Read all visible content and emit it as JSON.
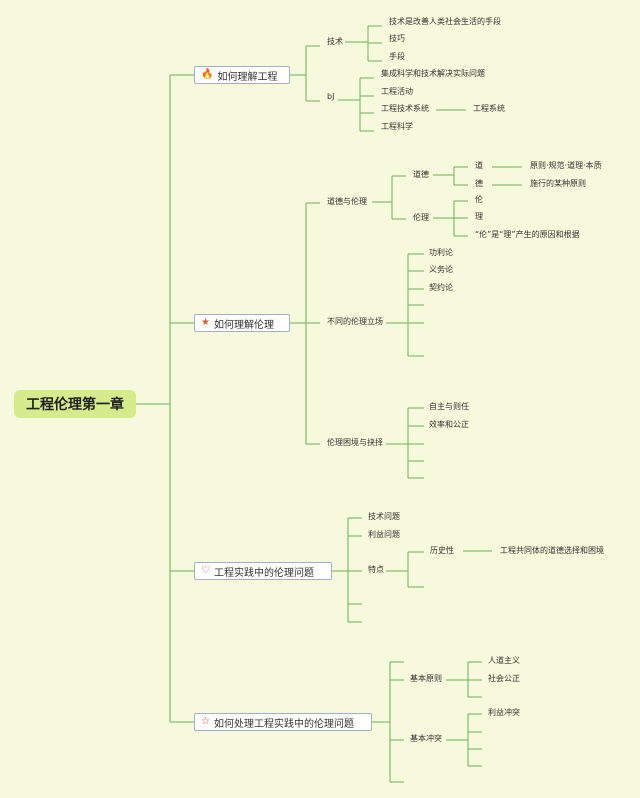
{
  "root": "工程伦理第一章",
  "colors": {
    "line": "#6cae5a",
    "root_bg": "#d6ec8c",
    "background": "#f6f9dc"
  },
  "branches": [
    {
      "label": "如何理解工程",
      "icon": "fire-icon",
      "icon_char": "🔥",
      "icon_color": "#e0522b",
      "children": [
        {
          "label": "技术",
          "children": [
            {
              "label": "技术是改善人类社会生活的手段"
            },
            {
              "label": "技巧"
            },
            {
              "label": "手段"
            }
          ]
        },
        {
          "label": "bJ",
          "children": [
            {
              "label": "集成科学和技术解决实际问题"
            },
            {
              "label": "工程活动"
            },
            {
              "label": "工程技术系统",
              "children": [
                {
                  "label": "工程系统"
                }
              ]
            },
            {
              "label": "工程科学"
            }
          ]
        }
      ]
    },
    {
      "label": "如何理解伦理",
      "icon": "star-icon",
      "icon_char": "★",
      "icon_color": "#e0602b",
      "children": [
        {
          "label": "道德与伦理",
          "children": [
            {
              "label": "道德",
              "children": [
                {
                  "label": "道",
                  "children": [
                    {
                      "label": "原则·规范·道理·本质"
                    }
                  ]
                },
                {
                  "label": "德",
                  "children": [
                    {
                      "label": "施行的某种原则"
                    }
                  ]
                }
              ]
            },
            {
              "label": "伦理",
              "children": [
                {
                  "label": "伦"
                },
                {
                  "label": "理"
                },
                {
                  "label": "“伦”是“理”产生的原因和根据"
                }
              ]
            }
          ]
        },
        {
          "label": "不同的伦理立场",
          "children": [
            {
              "label": "功利论"
            },
            {
              "label": "义务论"
            },
            {
              "label": "契约论"
            },
            {
              "label": ""
            },
            {
              "label": ""
            },
            {
              "label": ""
            }
          ]
        },
        {
          "label": "伦理困境与抉择",
          "children": [
            {
              "label": "自主与则任"
            },
            {
              "label": "效率和公正"
            },
            {
              "label": ""
            },
            {
              "label": ""
            },
            {
              "label": ""
            }
          ]
        }
      ]
    },
    {
      "label": "工程实践中的伦理问题",
      "icon": "heart-icon",
      "icon_char": "♡",
      "icon_color": "#d8383c",
      "children": [
        {
          "label": "技术问题"
        },
        {
          "label": "利益问题"
        },
        {
          "label": "特点",
          "children": [
            {
              "label": "历史性",
              "children": [
                {
                  "label": "工程共同体的道德选择和困境"
                }
              ]
            },
            {
              "label": ""
            }
          ]
        },
        {
          "label": ""
        },
        {
          "label": ""
        }
      ]
    },
    {
      "label": "如何处理工程实践中的伦理问题",
      "icon": "star-outline-icon",
      "icon_char": "☆",
      "icon_color": "#d8383c",
      "children": [
        {
          "label": ""
        },
        {
          "label": "基本原则",
          "children": [
            {
              "label": "人道主义"
            },
            {
              "label": "社会公正"
            },
            {
              "label": ""
            }
          ]
        },
        {
          "label": "基本冲突",
          "children": [
            {
              "label": "利益冲突"
            },
            {
              "label": ""
            },
            {
              "label": ""
            },
            {
              "label": ""
            }
          ]
        },
        {
          "label": ""
        }
      ]
    }
  ]
}
